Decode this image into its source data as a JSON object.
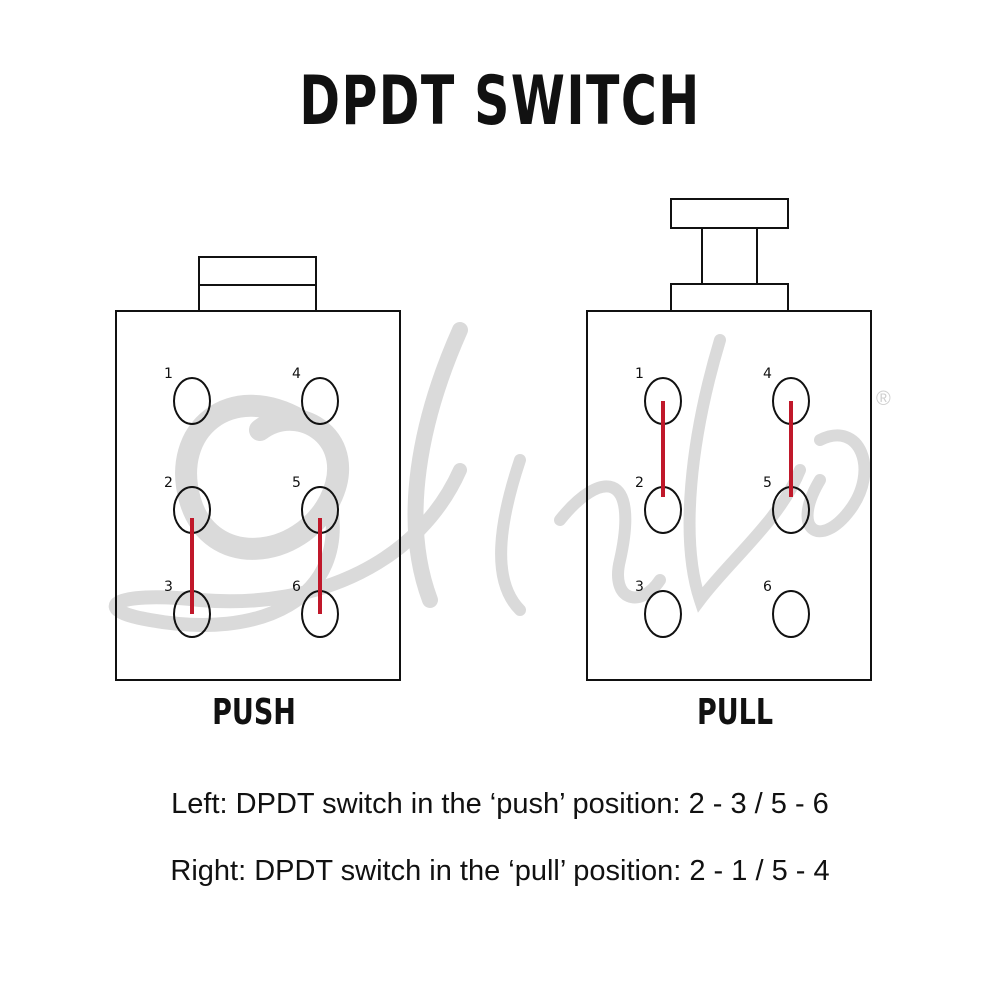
{
  "title": "DPDT SWITCH",
  "watermark": {
    "text": "Lindo",
    "mark": "®"
  },
  "diagrams": [
    {
      "label": "PUSH",
      "pins": [
        "1",
        "2",
        "3",
        "4",
        "5",
        "6"
      ],
      "connections": [
        "2-3",
        "5-6"
      ]
    },
    {
      "label": "PULL",
      "pins": [
        "1",
        "2",
        "3",
        "4",
        "5",
        "6"
      ],
      "connections": [
        "2-1",
        "5-4"
      ]
    }
  ],
  "captions": [
    "Left: DPDT switch in the ‘push’ position: 2 - 3 / 5 - 6",
    "Right: DPDT switch in the ‘pull’ position: 2 - 1 / 5 - 4"
  ],
  "colors": {
    "connection": "#c0182a",
    "outline": "#111111"
  }
}
